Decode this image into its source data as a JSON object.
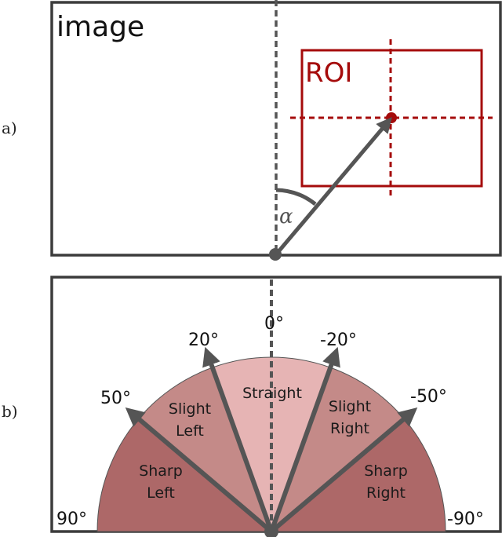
{
  "panel_a": {
    "label": "a)",
    "frame_title": "image",
    "roi_label": "ROI",
    "angle_symbol": "α",
    "colors": {
      "frame": "#3c3c3c",
      "roi": "#a50b0b",
      "arrow": "#555555"
    }
  },
  "panel_b": {
    "label": "b)",
    "angles": {
      "zero": "0°",
      "left_20": "20°",
      "right_20": "-20°",
      "left_50": "50°",
      "right_50": "-50°",
      "left_90": "90°",
      "right_90": "-90°"
    },
    "sectors": [
      {
        "name": "Sharp Left",
        "line1": "Sharp",
        "line2": "Left",
        "range": "50° to 90°",
        "color": "#ad6868"
      },
      {
        "name": "Slight Left",
        "line1": "Slight",
        "line2": "Left",
        "range": "20° to 50°",
        "color": "#c48a88"
      },
      {
        "name": "Straight",
        "line1": "Straight",
        "line2": "",
        "range": "-20° to 20°",
        "color": "#e6b4b4"
      },
      {
        "name": "Slight Right",
        "line1": "Slight",
        "line2": "Right",
        "range": "-50° to -20°",
        "color": "#c48a88"
      },
      {
        "name": "Sharp Right",
        "line1": "Sharp",
        "line2": "Right",
        "range": "-90° to -50°",
        "color": "#ad6868"
      }
    ]
  }
}
